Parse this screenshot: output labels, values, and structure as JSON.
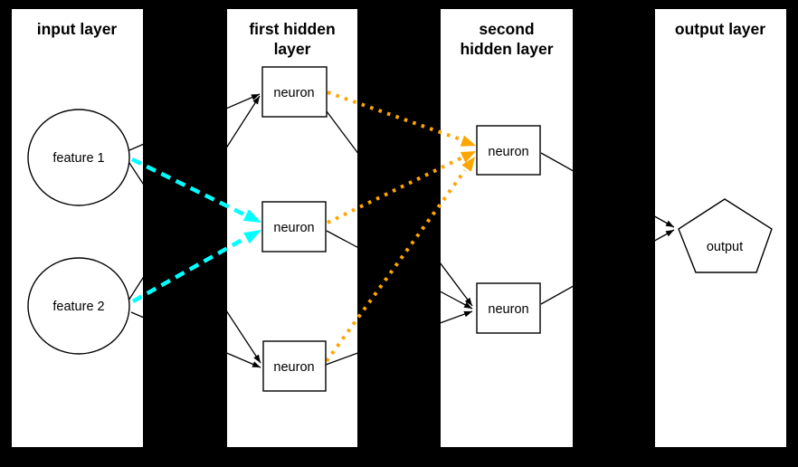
{
  "diagram": {
    "type": "neural-network-diagram",
    "colors": {
      "background": "#000000",
      "panel": "#ffffff",
      "line": "#000000",
      "cyan_accent": "#00ffff",
      "orange_accent": "#ffa500"
    },
    "layers": {
      "input": {
        "title_lines": [
          "input layer"
        ],
        "nodes": {
          "feature1": {
            "label": "feature 1",
            "shape": "circle",
            "fill": "#ffffff"
          },
          "feature2": {
            "label": "feature 2",
            "shape": "circle",
            "fill": "#ffffff"
          }
        }
      },
      "hidden1": {
        "title_lines": [
          "first hidden",
          "layer"
        ],
        "nodes": {
          "top": {
            "label": "neuron",
            "shape": "rect",
            "fill": "#ffffff"
          },
          "middle": {
            "label": "neuron",
            "shape": "rect",
            "fill": "#00ffff"
          },
          "bottom": {
            "label": "neuron",
            "shape": "rect",
            "fill": "#ffffff"
          }
        }
      },
      "hidden2": {
        "title_lines": [
          "second",
          "hidden layer"
        ],
        "nodes": {
          "top": {
            "label": "neuron",
            "shape": "rect",
            "fill": "#ffa500"
          },
          "bottom": {
            "label": "neuron",
            "shape": "rect",
            "fill": "#ffffff"
          }
        }
      },
      "output": {
        "title_lines": [
          "output layer"
        ],
        "nodes": {
          "out": {
            "label": "output",
            "shape": "pentagon",
            "fill": "#ffffff"
          }
        }
      }
    },
    "connections": [
      {
        "from": "input.feature1",
        "to": "hidden1.top",
        "style": "solid-black-arrow"
      },
      {
        "from": "input.feature2",
        "to": "hidden1.top",
        "style": "solid-black-arrow"
      },
      {
        "from": "input.feature1",
        "to": "hidden1.middle",
        "style": "dashed-cyan-arrow"
      },
      {
        "from": "input.feature2",
        "to": "hidden1.middle",
        "style": "dashed-cyan-arrow"
      },
      {
        "from": "input.feature1",
        "to": "hidden1.bottom",
        "style": "solid-black-arrow"
      },
      {
        "from": "input.feature2",
        "to": "hidden1.bottom",
        "style": "solid-black-arrow"
      },
      {
        "from": "hidden1.top",
        "to": "hidden2.top",
        "style": "dotted-orange-arrow"
      },
      {
        "from": "hidden1.middle",
        "to": "hidden2.top",
        "style": "dotted-orange-arrow"
      },
      {
        "from": "hidden1.bottom",
        "to": "hidden2.top",
        "style": "dotted-orange-arrow"
      },
      {
        "from": "hidden1.top",
        "to": "hidden2.bottom",
        "style": "solid-black-arrow"
      },
      {
        "from": "hidden1.middle",
        "to": "hidden2.bottom",
        "style": "solid-black-arrow"
      },
      {
        "from": "hidden1.bottom",
        "to": "hidden2.bottom",
        "style": "solid-black-arrow"
      },
      {
        "from": "hidden2.top",
        "to": "output.out",
        "style": "solid-black-arrow"
      },
      {
        "from": "hidden2.bottom",
        "to": "output.out",
        "style": "solid-black-arrow"
      }
    ]
  }
}
